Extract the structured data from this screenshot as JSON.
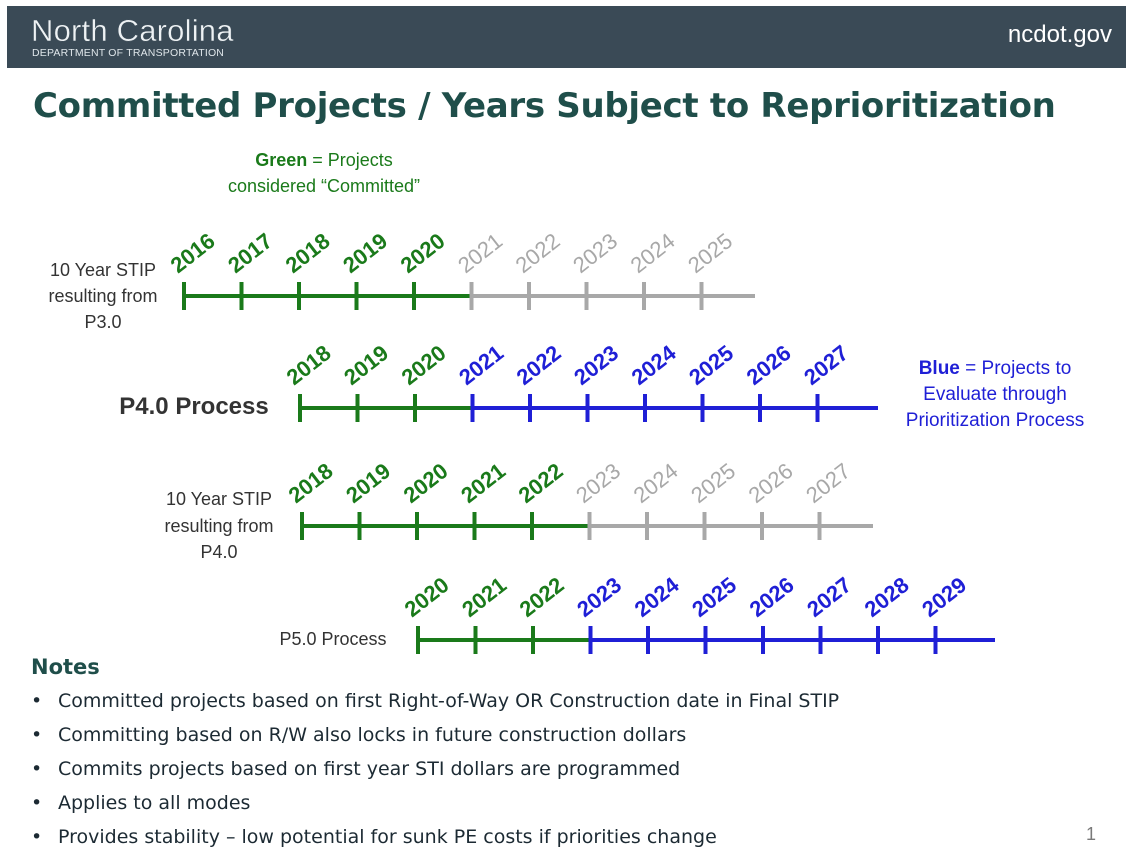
{
  "header": {
    "logo_title": "North Carolina",
    "logo_subtitle": "DEPARTMENT OF TRANSPORTATION",
    "site": "ncdot.gov",
    "background": "#3a4a56"
  },
  "title": "Committed Projects / Years Subject to Reprioritization",
  "legend": {
    "green_bold": "Green",
    "green_text_1": " = Projects",
    "green_text_2": "considered “Committed”",
    "blue_bold": "Blue",
    "blue_text_1": " = Projects to",
    "blue_text_2": "Evaluate through",
    "blue_text_3": "Prioritization Process"
  },
  "colors": {
    "green": "#1a7a1a",
    "gray": "#a8a8a8",
    "blue": "#1f1fd6",
    "title": "#1f4e4a"
  },
  "timelines": [
    {
      "label_lines": [
        "10 Year STIP",
        "resulting from",
        "P3.0"
      ],
      "emphasis": "normal",
      "years": [
        {
          "year": "2016",
          "status": "green"
        },
        {
          "year": "2017",
          "status": "green"
        },
        {
          "year": "2018",
          "status": "green"
        },
        {
          "year": "2019",
          "status": "green"
        },
        {
          "year": "2020",
          "status": "green"
        },
        {
          "year": "2021",
          "status": "gray"
        },
        {
          "year": "2022",
          "status": "gray"
        },
        {
          "year": "2023",
          "status": "gray"
        },
        {
          "year": "2024",
          "status": "gray"
        },
        {
          "year": "2025",
          "status": "gray"
        }
      ]
    },
    {
      "label_lines": [
        "P4.0 Process"
      ],
      "emphasis": "bold",
      "years": [
        {
          "year": "2018",
          "status": "green"
        },
        {
          "year": "2019",
          "status": "green"
        },
        {
          "year": "2020",
          "status": "green"
        },
        {
          "year": "2021",
          "status": "blue"
        },
        {
          "year": "2022",
          "status": "blue"
        },
        {
          "year": "2023",
          "status": "blue"
        },
        {
          "year": "2024",
          "status": "blue"
        },
        {
          "year": "2025",
          "status": "blue"
        },
        {
          "year": "2026",
          "status": "blue"
        },
        {
          "year": "2027",
          "status": "blue"
        }
      ]
    },
    {
      "label_lines": [
        "10 Year STIP",
        "resulting from",
        "P4.0"
      ],
      "emphasis": "normal",
      "years": [
        {
          "year": "2018",
          "status": "green"
        },
        {
          "year": "2019",
          "status": "green"
        },
        {
          "year": "2020",
          "status": "green"
        },
        {
          "year": "2021",
          "status": "green"
        },
        {
          "year": "2022",
          "status": "green"
        },
        {
          "year": "2023",
          "status": "gray"
        },
        {
          "year": "2024",
          "status": "gray"
        },
        {
          "year": "2025",
          "status": "gray"
        },
        {
          "year": "2026",
          "status": "gray"
        },
        {
          "year": "2027",
          "status": "gray"
        }
      ]
    },
    {
      "label_lines": [
        "P5.0 Process"
      ],
      "emphasis": "normal",
      "years": [
        {
          "year": "2020",
          "status": "green"
        },
        {
          "year": "2021",
          "status": "green"
        },
        {
          "year": "2022",
          "status": "green"
        },
        {
          "year": "2023",
          "status": "blue"
        },
        {
          "year": "2024",
          "status": "blue"
        },
        {
          "year": "2025",
          "status": "blue"
        },
        {
          "year": "2026",
          "status": "blue"
        },
        {
          "year": "2027",
          "status": "blue"
        },
        {
          "year": "2028",
          "status": "blue"
        },
        {
          "year": "2029",
          "status": "blue"
        }
      ]
    }
  ],
  "notes": {
    "heading": "Notes",
    "items": [
      "Committed projects based on first Right-of-Way OR Construction date in Final STIP",
      "Committing based on R/W also locks in future construction dollars",
      "Commits projects based on first year STI dollars are programmed",
      "Applies to all modes",
      "Provides stability – low potential for sunk PE costs if priorities change"
    ]
  },
  "page_number": "1"
}
